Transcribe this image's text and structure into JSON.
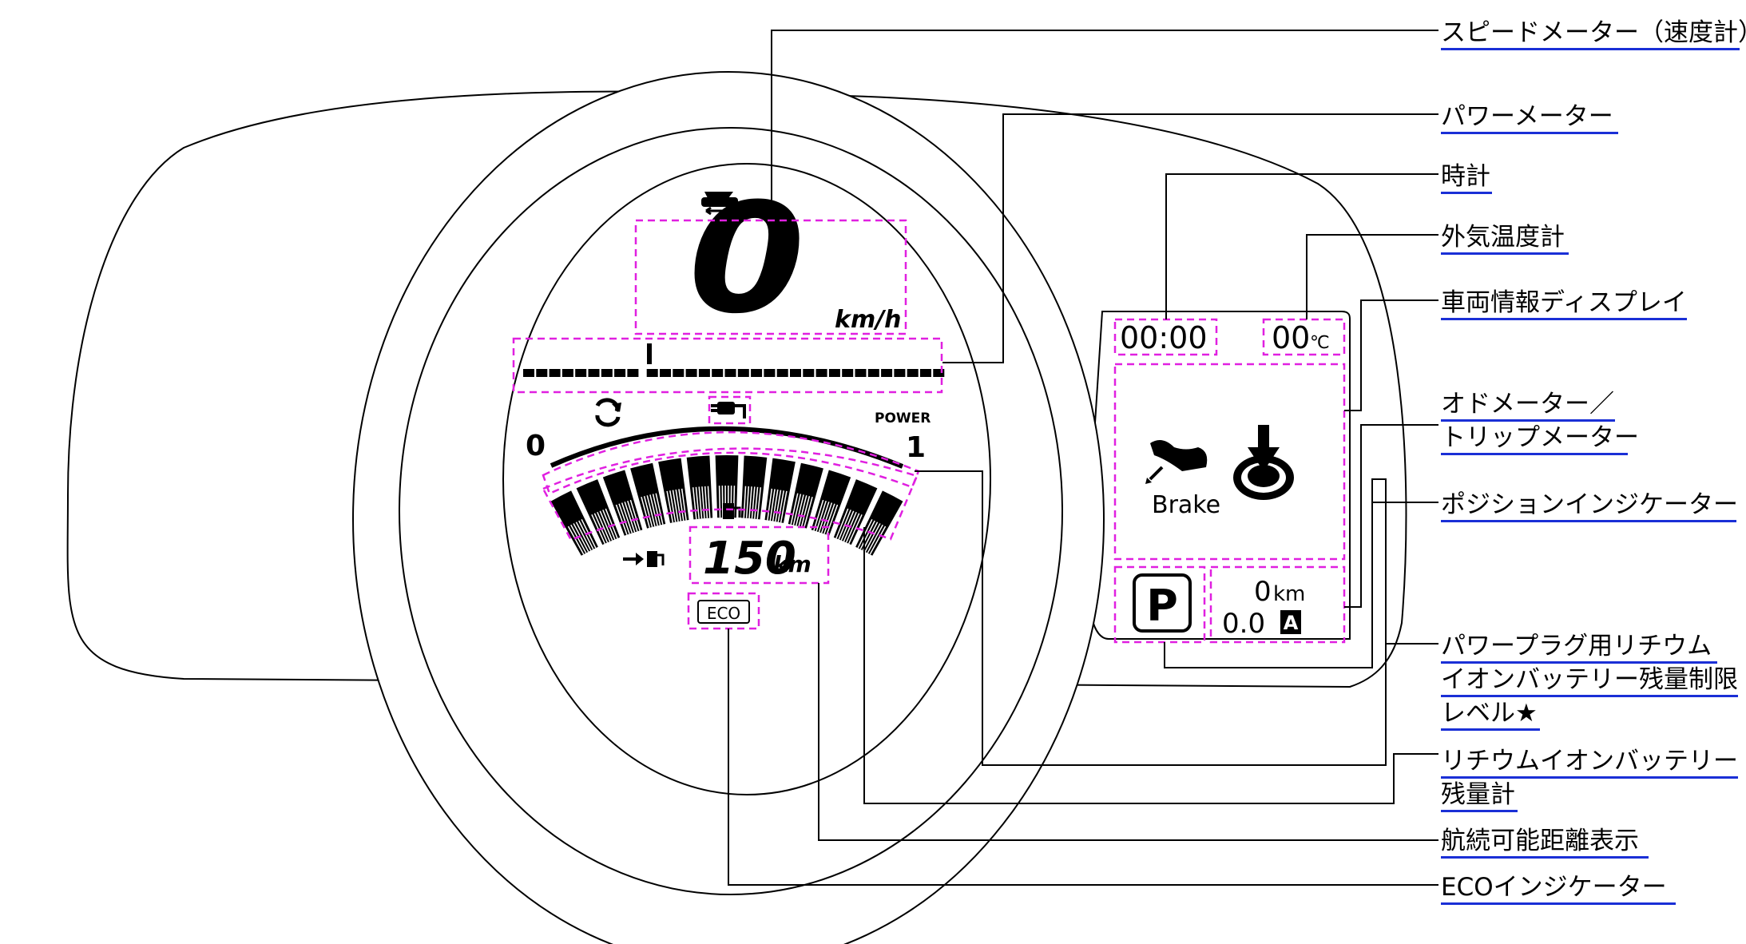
{
  "colors": {
    "annotation_box": "#e020e0",
    "label_underline": "#1a2fd6",
    "line": "#000000"
  },
  "speedometer": {
    "speed": "0",
    "unit": "km/h",
    "icon": "car-icon"
  },
  "power_meter": {
    "scale_start": "0",
    "scale_end": "1",
    "title": "POWER",
    "icons": [
      "regen-icon",
      "plug-icon"
    ]
  },
  "battery_gauge": {
    "icon": "charge-station-icon"
  },
  "range": {
    "value": "150",
    "unit": "km",
    "icon": "arrow-fuel-icon"
  },
  "eco": {
    "text": "ECO"
  },
  "info_display": {
    "clock": "00:00",
    "temperature": "00",
    "temperature_unit": "℃",
    "brake_label": "Brake",
    "icons": [
      "brake-pedal-icon",
      "shift-button-icon"
    ],
    "shift_position": "P",
    "odometer_value": "0",
    "odometer_unit": "km",
    "trip_value": "0.0",
    "trip_label": "A"
  },
  "callouts": [
    {
      "lines": [
        "スピードメーター（速度計）"
      ]
    },
    {
      "lines": [
        "パワーメーター"
      ]
    },
    {
      "lines": [
        "時計"
      ]
    },
    {
      "lines": [
        "外気温度計"
      ]
    },
    {
      "lines": [
        "車両情報ディスプレイ"
      ]
    },
    {
      "lines": [
        "オドメーター／",
        "トリップメーター"
      ]
    },
    {
      "lines": [
        "ポジションインジケーター"
      ]
    },
    {
      "lines": [
        "パワープラグ用リチウム",
        "イオンバッテリー残量制限",
        "レベル★"
      ]
    },
    {
      "lines": [
        "リチウムイオンバッテリー",
        "残量計"
      ]
    },
    {
      "lines": [
        "航続可能距離表示"
      ]
    },
    {
      "lines": [
        "ECOインジケーター"
      ]
    }
  ]
}
